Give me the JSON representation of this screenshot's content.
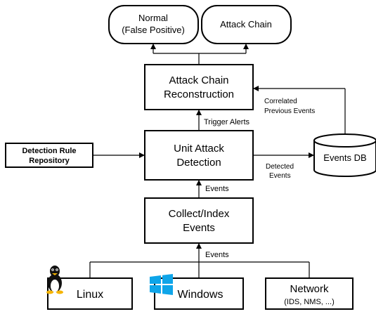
{
  "outcomes": {
    "normal": {
      "line1": "Normal",
      "line2": "(False Positive)"
    },
    "attack_chain": "Attack Chain"
  },
  "reconstruction": {
    "line1": "Attack Chain",
    "line2": "Reconstruction"
  },
  "unit_detection": {
    "line1": "Unit Attack",
    "line2": "Detection"
  },
  "collect": {
    "line1": "Collect/Index",
    "line2": "Events"
  },
  "rule_repo": {
    "line1": "Detection Rule",
    "line2": "Repository"
  },
  "events_db": "Events DB",
  "labels": {
    "trigger_alerts": "Trigger Alerts",
    "correlated_line1": "Correlated",
    "correlated_line2": "Previous Events",
    "detected_line1": "Detected",
    "detected_line2": "Events",
    "events_upper": "Events",
    "events_lower": "Events"
  },
  "sources": {
    "linux": "Linux",
    "windows": "Windows",
    "network_line1": "Network",
    "network_line2": "(IDS, NMS, ...)"
  },
  "icons": [
    "linux-penguin-icon",
    "windows-logo-icon"
  ],
  "colors": {
    "line": "#000000",
    "windows_blue": "#0ea5e9",
    "background": "#ffffff"
  }
}
